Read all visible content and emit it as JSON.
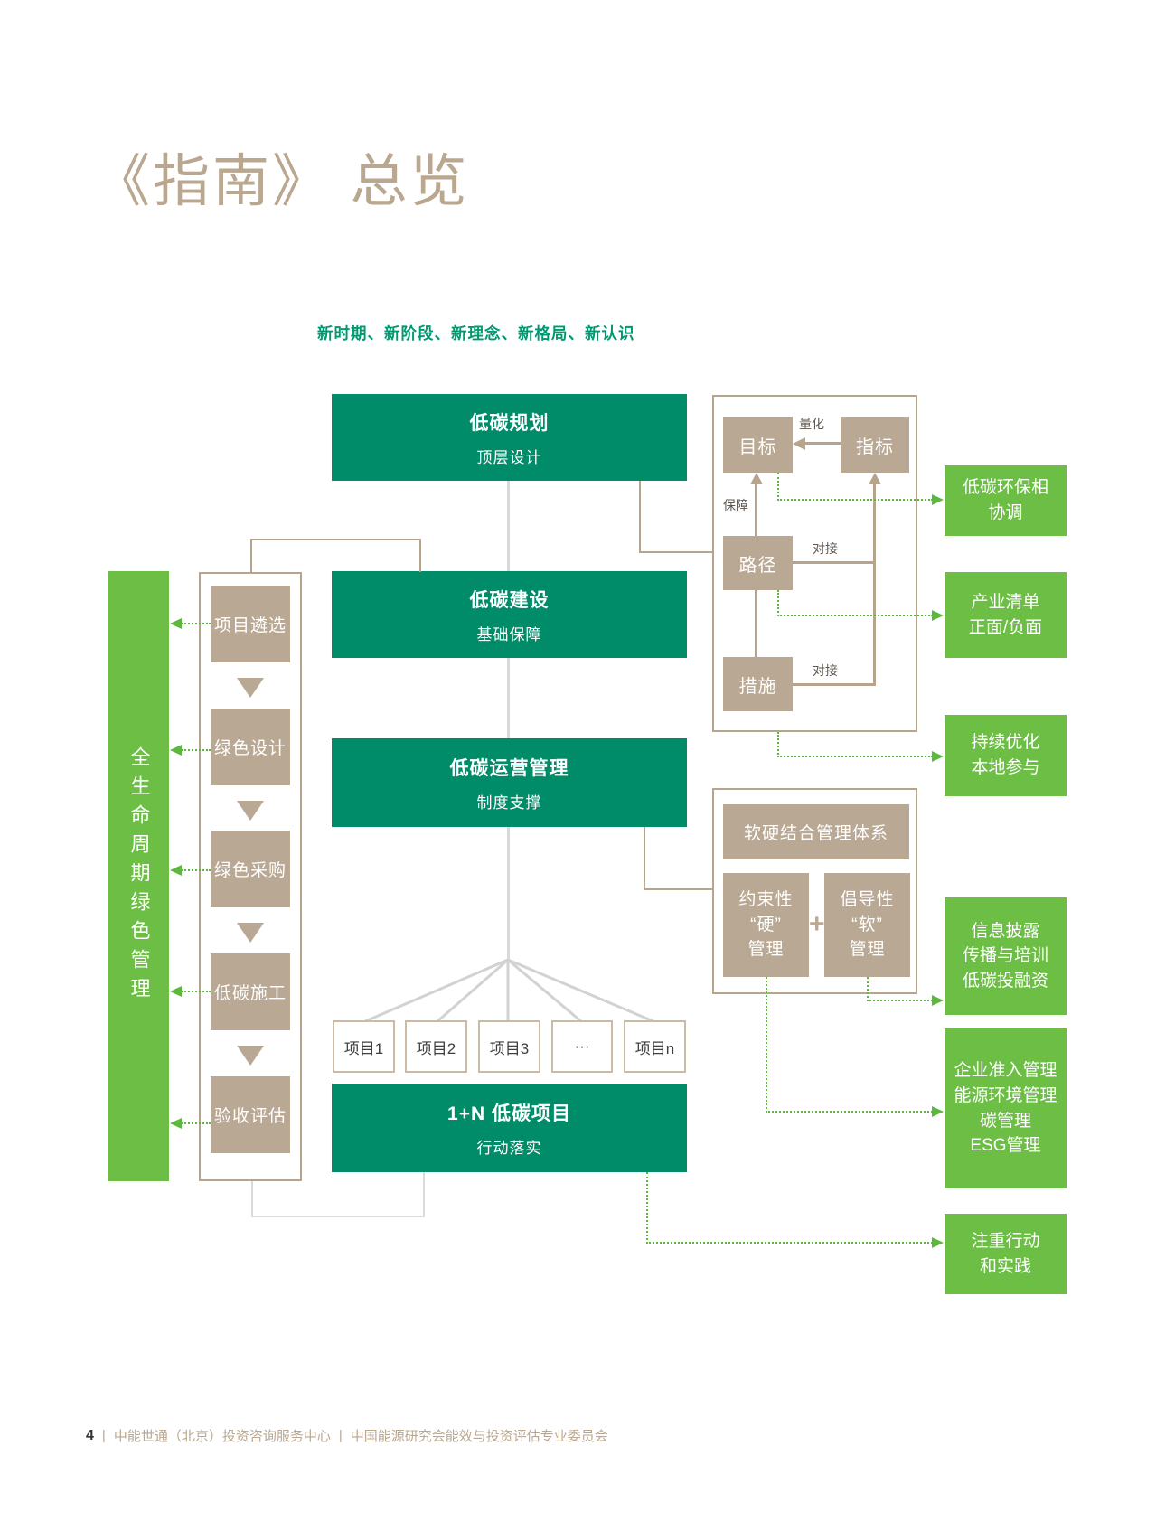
{
  "page": {
    "title": "《指南》 总览",
    "banner": "新时期、新阶段、新理念、新格局、新认识",
    "footer": {
      "page_number": "4",
      "separator": "|",
      "org_primary": "中能世通（北京）投资咨询服务中心",
      "org_secondary": "中国能源研究会能效与投资评估专业委员会"
    }
  },
  "flow": {
    "planning": {
      "title": "低碳规划",
      "subtitle": "顶层设计"
    },
    "construction": {
      "title": "低碳建设",
      "subtitle": "基础保障"
    },
    "operation": {
      "title": "低碳运营管理",
      "subtitle": "制度支撑"
    },
    "projects_box": {
      "title": "1+N 低碳项目",
      "subtitle": "行动落实"
    }
  },
  "lifecycle": {
    "bar": "全生命周期绿色管理",
    "steps": [
      "项目遴选",
      "绿色设计",
      "绿色采购",
      "低碳施工",
      "验收评估"
    ]
  },
  "projects": [
    "项目1",
    "项目2",
    "项目3",
    "···",
    "项目n"
  ],
  "planning_detail": {
    "goal": "目标",
    "indicator": "指标",
    "path": "路径",
    "measure": "措施",
    "label_quantify": "量化",
    "label_guarantee": "保障",
    "label_connect_path": "对接",
    "label_connect_measure": "对接"
  },
  "management": {
    "system": "软硬结合管理体系",
    "hard": "约束性\n“硬”\n管理",
    "soft": "倡导性\n“软”\n管理",
    "plus": "+"
  },
  "outcomes": [
    "低碳环保相\n协调",
    "产业清单\n正面/负面",
    "持续优化\n本地参与",
    "信息披露\n传播与培训\n低碳投融资",
    "企业准入管理\n能源环境管理\n碳管理\nESG管理",
    "注重行动\n和实践"
  ],
  "colors": {
    "primary_green": "#008c69",
    "bright_green": "#6cbe45",
    "tan_fill": "#b9a894",
    "tan_line": "#b7a48d",
    "banner_green": "#009971",
    "gray_line": "#d9d9d9"
  }
}
